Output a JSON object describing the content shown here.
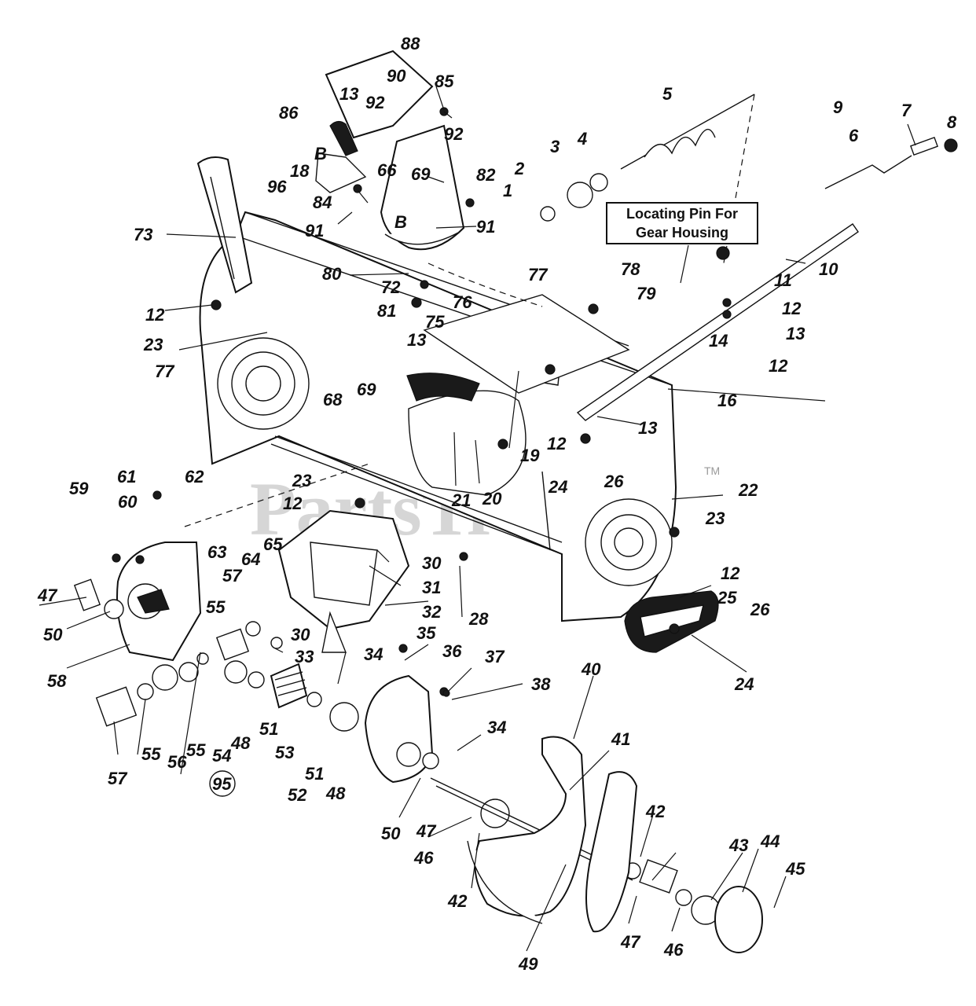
{
  "callout": {
    "line1": "Locating Pin For",
    "line2": "Gear Housing"
  },
  "watermark": {
    "text": "PartsTree",
    "trademark": "TM"
  },
  "labels": {
    "l1": "1",
    "l2": "2",
    "l3": "3",
    "l4": "4",
    "l5": "5",
    "l6": "6",
    "l7": "7",
    "l8": "8",
    "l9": "9",
    "l10": "10",
    "l11": "11",
    "l12a": "12",
    "l12b": "12",
    "l12c": "12",
    "l12d": "12",
    "l12e": "12",
    "l12f": "12",
    "l13a": "13",
    "l13b": "13",
    "l13c": "13",
    "l13d": "13",
    "l14": "14",
    "l16": "16",
    "l18": "18",
    "l19": "19",
    "l20": "20",
    "l21": "21",
    "l22": "22",
    "l23a": "23",
    "l23b": "23",
    "l23c": "23",
    "l24a": "24",
    "l24b": "24",
    "l25": "25",
    "l26a": "26",
    "l26b": "26",
    "l28": "28",
    "l30a": "30",
    "l30b": "30",
    "l31": "31",
    "l32": "32",
    "l33": "33",
    "l34a": "34",
    "l34b": "34",
    "l35": "35",
    "l36": "36",
    "l37": "37",
    "l38": "38",
    "l40": "40",
    "l41": "41",
    "l42a": "42",
    "l42b": "42",
    "l43": "43",
    "l44": "44",
    "l45": "45",
    "l46a": "46",
    "l46b": "46",
    "l47a": "47",
    "l47b": "47",
    "l47c": "47",
    "l48a": "48",
    "l48b": "48",
    "l49": "49",
    "l50a": "50",
    "l50b": "50",
    "l51a": "51",
    "l51b": "51",
    "l52": "52",
    "l53": "53",
    "l54": "54",
    "l55a": "55",
    "l55b": "55",
    "l55c": "55",
    "l56": "56",
    "l57a": "57",
    "l57b": "57",
    "l58": "58",
    "l59": "59",
    "l60": "60",
    "l61": "61",
    "l62": "62",
    "l63": "63",
    "l64": "64",
    "l65": "65",
    "l66": "66",
    "l68": "68",
    "l69a": "69",
    "l69b": "69",
    "l72": "72",
    "l73": "73",
    "l75": "75",
    "l76": "76",
    "l77a": "77",
    "l77b": "77",
    "l78": "78",
    "l79": "79",
    "l80": "80",
    "l81": "81",
    "l82": "82",
    "l84": "84",
    "l85": "85",
    "l86": "86",
    "l88": "88",
    "l90": "90",
    "l91a": "91",
    "l91b": "91",
    "l92a": "92",
    "l92b": "92",
    "l95": "95",
    "l96": "96",
    "lBa": "B",
    "lBb": "B"
  }
}
